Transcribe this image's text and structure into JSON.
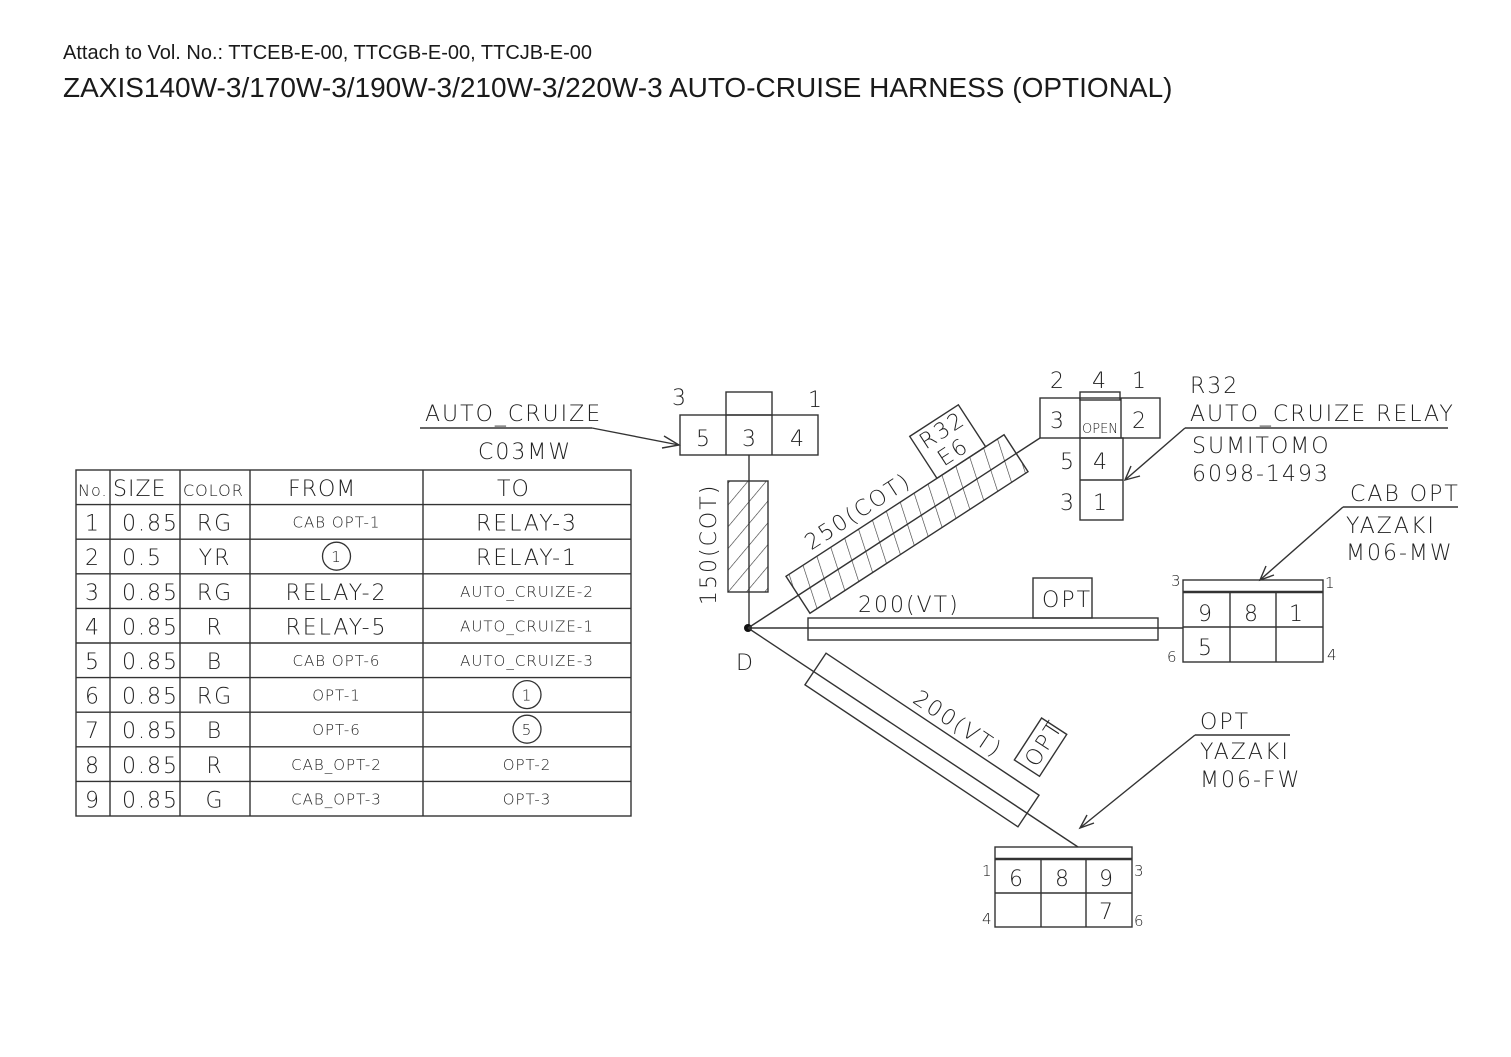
{
  "header": {
    "attach": "Attach to Vol. No.: TTCEB-E-00, TTCGB-E-00, TTCJB-E-00",
    "title": "ZAXIS140W-3/170W-3/190W-3/210W-3/220W-3 AUTO-CRUISE HARNESS (OPTIONAL)"
  },
  "table": {
    "headers": [
      "No.",
      "SIZE",
      "COLOR",
      "FROM",
      "TO"
    ],
    "rows": [
      {
        "no": "1",
        "size": "0.85",
        "color": "RG",
        "from": "CAB OPT-1",
        "to": "RELAY-3"
      },
      {
        "no": "2",
        "size": "0.5",
        "color": "YR",
        "from": "1",
        "from_circled": true,
        "to": "RELAY-1"
      },
      {
        "no": "3",
        "size": "0.85",
        "color": "RG",
        "from": "RELAY-2",
        "to": "AUTO_CRUIZE-2"
      },
      {
        "no": "4",
        "size": "0.85",
        "color": "R",
        "from": "RELAY-5",
        "to": "AUTO_CRUIZE-1"
      },
      {
        "no": "5",
        "size": "0.85",
        "color": "B",
        "from": "CAB OPT-6",
        "to": "AUTO_CRUIZE-3"
      },
      {
        "no": "6",
        "size": "0.85",
        "color": "RG",
        "from": "OPT-1",
        "to": "1",
        "to_circled": true
      },
      {
        "no": "7",
        "size": "0.85",
        "color": "B",
        "from": "OPT-6",
        "to": "5",
        "to_circled": true
      },
      {
        "no": "8",
        "size": "0.85",
        "color": "R",
        "from": "CAB_OPT-2",
        "to": "OPT-2"
      },
      {
        "no": "9",
        "size": "0.85",
        "color": "G",
        "from": "CAB_OPT-3",
        "to": "OPT-3"
      }
    ]
  },
  "auto_cruize": {
    "name": "AUTO_CRUIZE",
    "part": "C03MW",
    "pin_left": "3",
    "pin_right": "1",
    "cells": [
      "5",
      "3",
      "4"
    ]
  },
  "relay": {
    "ref": "R32",
    "name": "AUTO_CRUIZE RELAY",
    "maker": "SUMITOMO",
    "part": "6098-1493",
    "pins_top": [
      "2",
      "4",
      "1"
    ],
    "cells_top": [
      "3",
      "OPEN",
      "2"
    ],
    "pins_left": [
      "5",
      "3"
    ],
    "cells_col": [
      "4",
      "1"
    ]
  },
  "cab_opt": {
    "name": "CAB OPT",
    "maker": "YAZAKI",
    "part": "M06-MW",
    "corner_pins": [
      "3",
      "1",
      "6",
      "4"
    ],
    "cells": [
      "9",
      "8",
      "1",
      "5",
      "",
      ""
    ]
  },
  "opt": {
    "name": "OPT",
    "maker": "YAZAKI",
    "part": "M06-FW",
    "corner_pins": [
      "1",
      "3",
      "4",
      "6"
    ],
    "cells": [
      "6",
      "8",
      "9",
      "",
      "",
      "7"
    ]
  },
  "branches": {
    "vertical": "150(COT)",
    "upper_diag": "250(COT)",
    "relay_tag_1": "R32",
    "relay_tag_2": "E6",
    "horizontal": "200(VT)",
    "horizontal_tag": "OPT",
    "lower_diag": "200(VT)",
    "lower_tag": "OPT",
    "junction": "D"
  }
}
